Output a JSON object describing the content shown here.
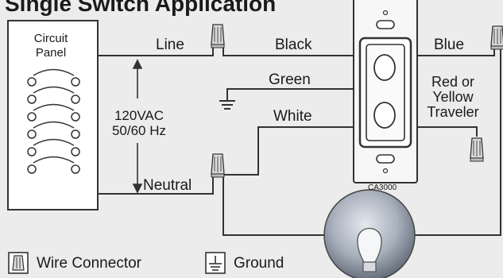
{
  "title": "Single Switch Application",
  "panel": {
    "line1": "Circuit",
    "line2": "Panel"
  },
  "voltage": {
    "line1": "120VAC",
    "line2": "50/60 Hz"
  },
  "wires": {
    "line": "Line",
    "black": "Black",
    "blue": "Blue",
    "green": "Green",
    "white": "White",
    "neutral": "Neutral",
    "traveler": [
      "Red or",
      "Yellow",
      "Traveler"
    ]
  },
  "switch_model": "CA3000",
  "legend": {
    "connector": "Wire Connector",
    "ground": "Ground"
  },
  "colors": {
    "wire": "#333333",
    "bulb": "#9aa3b2",
    "panel_bg": "#ffffff"
  }
}
